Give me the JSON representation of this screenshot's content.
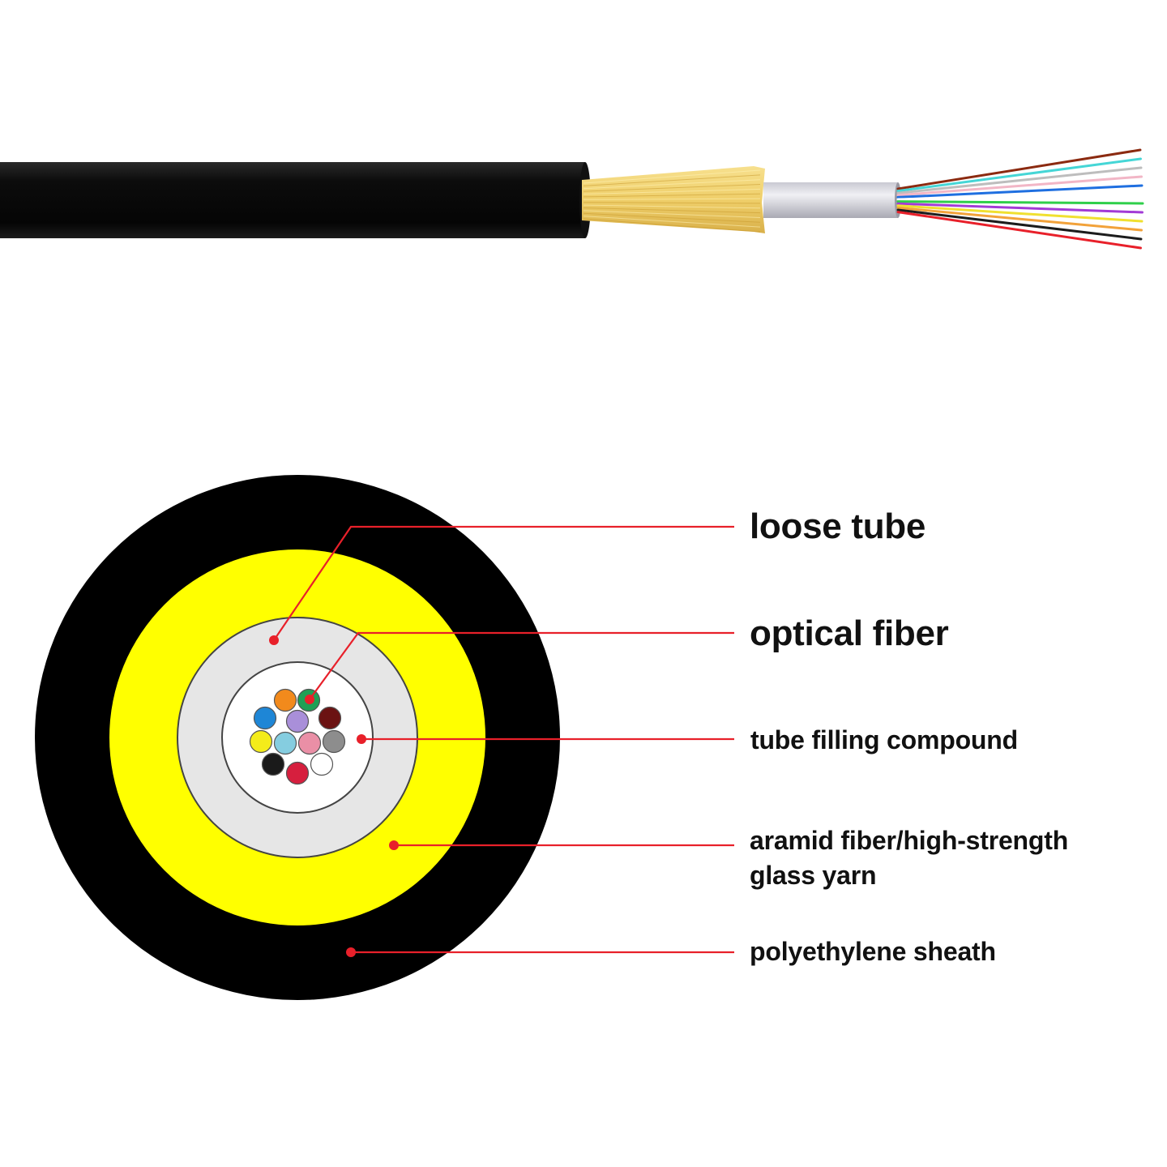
{
  "colors": {
    "background": "#ffffff",
    "sheath": "#000000",
    "aramid_yarn": "#ffff00",
    "loose_tube": "#e6e6e6",
    "tube_inner": "#ffffff",
    "leader_line": "#e8202a",
    "label_text": "#111111"
  },
  "labels": {
    "loose_tube": "loose tube",
    "optical_fiber": "optical fiber",
    "tube_filling_compound": "tube filling compound",
    "aramid_line1": "aramid fiber/high-strength",
    "aramid_line2": "glass yarn",
    "polyethylene_sheath": "polyethylene sheath"
  },
  "fibers": [
    {
      "color": "#f28a1c"
    },
    {
      "color": "#1fa055"
    },
    {
      "color": "#1e86d6"
    },
    {
      "color": "#a98fd9"
    },
    {
      "color": "#6b1212"
    },
    {
      "color": "#f4ec1a"
    },
    {
      "color": "#85cde0"
    },
    {
      "color": "#ea8fa6"
    },
    {
      "color": "#8d8d8d"
    },
    {
      "color": "#1a1a1a"
    },
    {
      "color": "#d61f3e"
    },
    {
      "color": "#ffffff"
    }
  ],
  "fiber_strands": [
    "#8b2a10",
    "#45d6d6",
    "#bdbdbd",
    "#f2b6c6",
    "#1f6fe0",
    "#ffffff",
    "#2fcf4a",
    "#a23bd6",
    "#f0e030",
    "#f2a23a",
    "#1c1c1c",
    "#e8202a"
  ]
}
